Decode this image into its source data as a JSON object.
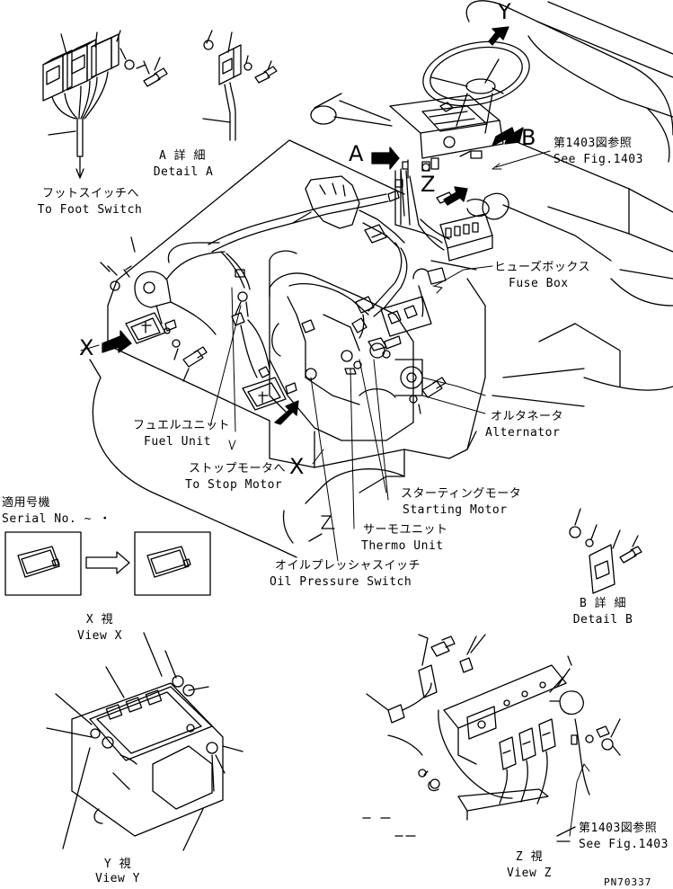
{
  "labels": {
    "foot_switch_jp": "フットスイッチへ",
    "foot_switch_en": "To Foot Switch",
    "detail_a_jp": "A 詳 細",
    "detail_a_en": "Detail A",
    "fig_ref_top_jp": "第1403図参照",
    "fig_ref_top_en": "See Fig.1403",
    "fuse_box_jp": "ヒューズボックス",
    "fuse_box_en": "Fuse Box",
    "alternator_jp": "オルタネータ",
    "alternator_en": "Alternator",
    "fuel_unit_jp": "フュエルユニット",
    "fuel_unit_en": "Fuel Unit",
    "stop_motor_jp": "ストップモータへ",
    "stop_motor_en": "To Stop Motor",
    "starting_motor_jp": "スターティングモータ",
    "starting_motor_en": "Starting Motor",
    "thermo_unit_jp": "サーモユニット",
    "thermo_unit_en": "Thermo Unit",
    "oil_pressure_jp": "オイルプレッシャスイッチ",
    "oil_pressure_en": "Oil Pressure Switch",
    "serial_jp": "適用号機",
    "serial_en": "Serial No. ~ ・",
    "detail_b_jp": "B 詳 細",
    "detail_b_en": "Detail B",
    "view_x_jp": "X 視",
    "view_x_en": "View X",
    "view_y_jp": "Y 視",
    "view_y_en": "View Y",
    "view_z_jp": "Z 視",
    "view_z_en": "View Z",
    "fig_ref_bottom_jp": "第1403図参照",
    "fig_ref_bottom_en": "See Fig.1403",
    "part_number": "PN70337"
  },
  "view_letters": {
    "y_top": "Y",
    "a": "A",
    "b": "B",
    "z": "Z",
    "x_left": "X",
    "x_center": "X"
  }
}
